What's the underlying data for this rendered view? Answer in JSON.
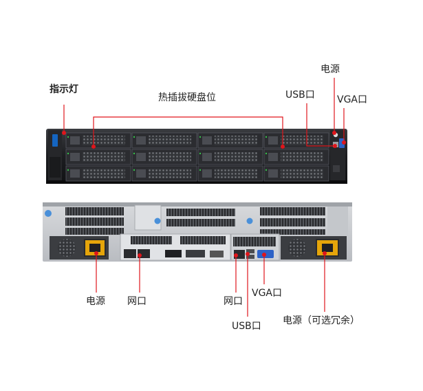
{
  "front_labels": {
    "indicator": "指示灯",
    "hot_swap_bays": "热插拔硬盘位",
    "power_front": "电源",
    "usb_front": "USB口",
    "vga_front": "VGA口"
  },
  "rear_labels": {
    "power_left": "电源",
    "lan_left": "网口",
    "lan_right": "网口",
    "usb_rear": "USB口",
    "vga_rear": "VGA口",
    "power_redundant": "电源（可选冗余）"
  },
  "colors": {
    "callout_line": "#e0151b",
    "callout_dot": "#e0151b",
    "chassis_dark": "#1e1f22",
    "chassis_rear": "#c9ccd0",
    "accent_blue": "#4a90d9"
  },
  "front_panel": {
    "drive_rows": 3,
    "drive_columns": 4
  }
}
